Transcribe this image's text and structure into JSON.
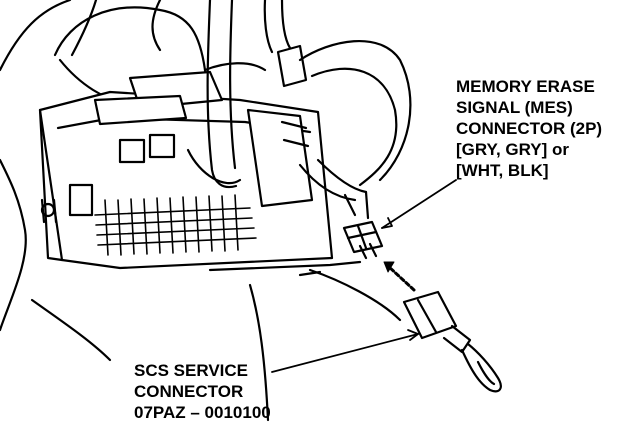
{
  "labels": {
    "mes_connector": {
      "line1": "MEMORY ERASE",
      "line2": "SIGNAL (MES)",
      "line3": "CONNECTOR (2P)",
      "line4": "[GRY, GRY] or",
      "line5": "[WHT, BLK]"
    },
    "scs_connector": {
      "line1": "SCS SERVICE",
      "line2": "CONNECTOR",
      "line3": "07PAZ – 0010100"
    }
  },
  "colors": {
    "ink": "#000000",
    "paper": "#ffffff"
  }
}
